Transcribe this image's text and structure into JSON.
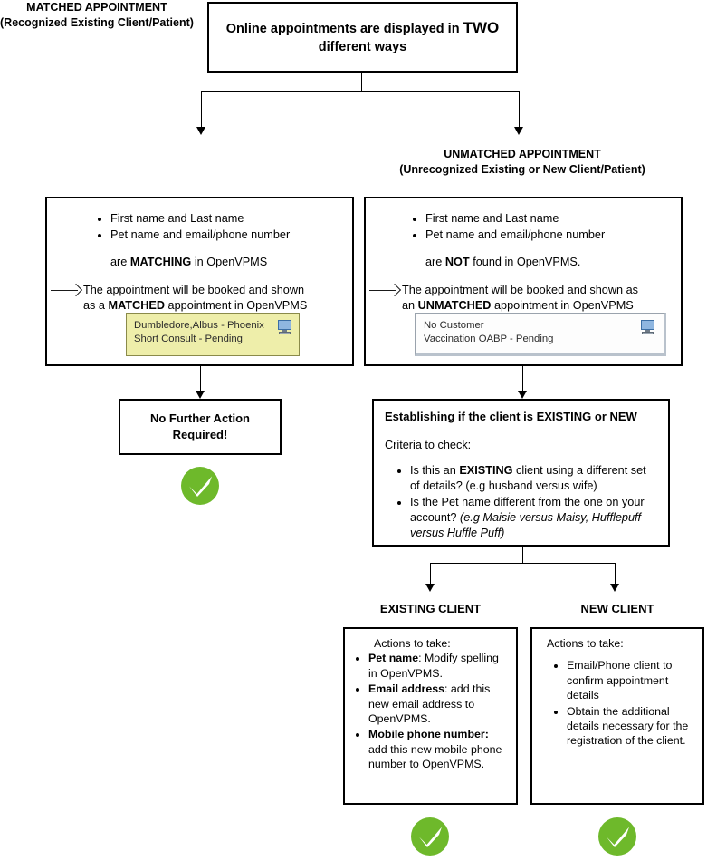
{
  "title_box": {
    "line1_pre": "Online appointments are displayed in ",
    "line1_strong": "TWO",
    "line2": "different ways"
  },
  "columns": {
    "matched": {
      "heading_line1": "MATCHED APPOINTMENT",
      "heading_line2": "(Recognized Existing Client/Patient)",
      "bullets": [
        "First name and Last name",
        "Pet name and email/phone number"
      ],
      "condition_pre": "are ",
      "condition_strong": "MATCHING",
      "condition_post": " in OpenVPMS",
      "result_line1": "The appointment will be booked and shown",
      "result_line2_pre": "as a ",
      "result_line2_strong": "MATCHED",
      "result_line2_post": " appointment in OpenVPMS",
      "snippet": {
        "line1": "Dumbledore,Albus - Phoenix",
        "line2": "Short Consult - Pending",
        "icon": "monitor-icon",
        "background": "#eeeeaa",
        "border": "#8a8a4a"
      }
    },
    "unmatched": {
      "heading_line1": "UNMATCHED APPOINTMENT",
      "heading_line2": "(Unrecognized Existing or New  Client/Patient)",
      "bullets": [
        "First name and Last name",
        "Pet name and email/phone number"
      ],
      "condition_pre": "are ",
      "condition_strong": "NOT",
      "condition_post": " found in OpenVPMS.",
      "result_line1": "The appointment will be booked and shown as",
      "result_line2_pre": "an ",
      "result_line2_strong": "UNMATCHED",
      "result_line2_post": " appointment in OpenVPMS",
      "snippet": {
        "line1": "No Customer",
        "line2": "Vaccination OABP - Pending",
        "icon": "monitor-icon",
        "background": "#fdfdfd",
        "border": "#9aa3ad"
      }
    }
  },
  "no_further_action": {
    "line1": "No Further Action",
    "line2": "Required!"
  },
  "establishing": {
    "title": "Establishing if the client is EXISTING or NEW",
    "criteria_label": "Criteria to check:",
    "items": [
      {
        "pre": "Is this an ",
        "strong": "EXISTING",
        "post": " client using a different set of details? (e.g husband versus wife)",
        "italic": ""
      },
      {
        "pre": "Is the Pet name different from the one on your account? ",
        "strong": "",
        "post": "",
        "italic": "(e.g Maisie versus Maisy, Hufflepuff versus Huffle Puff)"
      }
    ]
  },
  "existing_client": {
    "heading": "EXISTING CLIENT",
    "actions_label": "Actions to take:",
    "items": [
      {
        "strong": "Pet name",
        "rest": ": Modify spelling in OpenVPMS."
      },
      {
        "strong": "Email address",
        "rest": ": add this new email address to OpenVPMS."
      },
      {
        "strong": "Mobile phone number:",
        "rest": " add this new mobile phone number to OpenVPMS."
      }
    ]
  },
  "new_client": {
    "heading": "NEW CLIENT",
    "actions_label": "Actions to take:",
    "items": [
      "Email/Phone client to confirm appointment details",
      "Obtain the additional details necessary for the registration of the client."
    ]
  },
  "checkmarks": {
    "color": "#6eb92b",
    "glyph": "check-circle-icon",
    "count": 3
  }
}
